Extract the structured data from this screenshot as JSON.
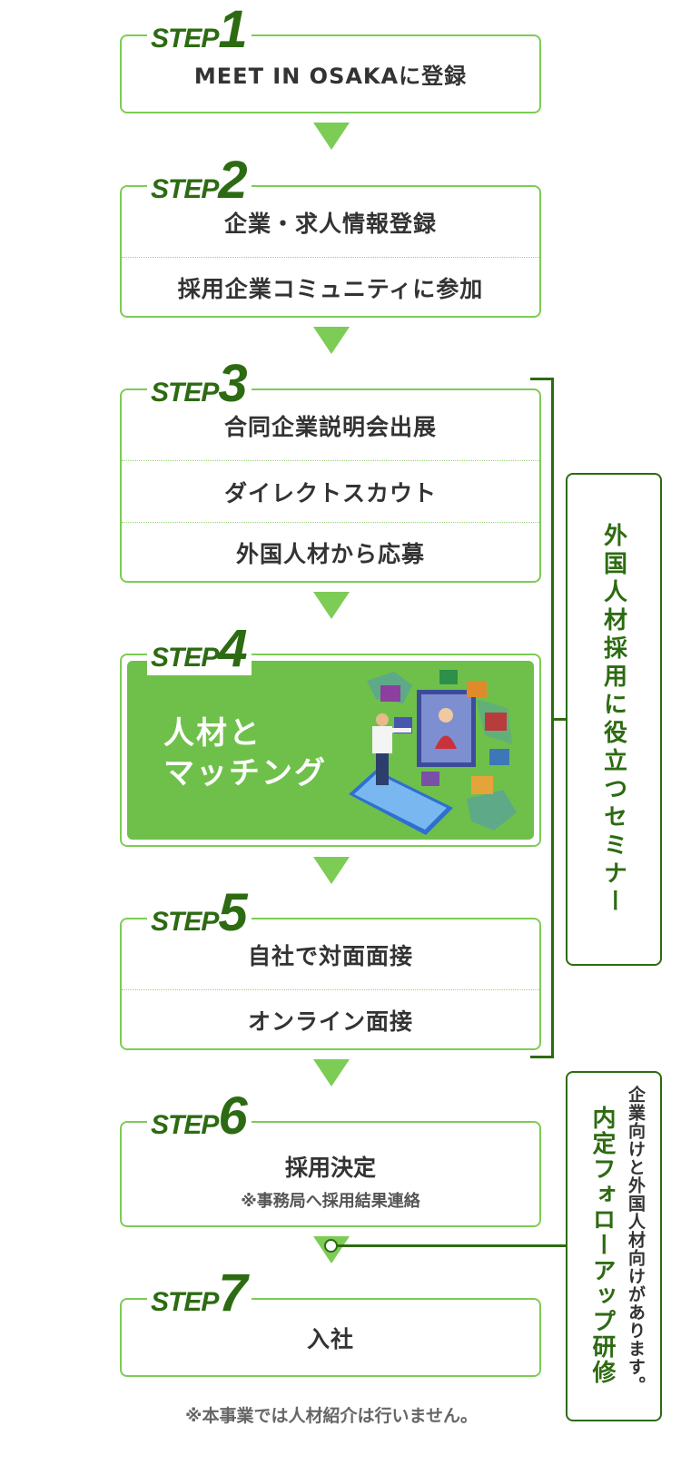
{
  "steps": [
    {
      "label": "STEP",
      "num": "1",
      "items": [
        "MEET IN OSAKAに登録"
      ]
    },
    {
      "label": "STEP",
      "num": "2",
      "items": [
        "企業・求人情報登録",
        "採用企業コミュニティに参加"
      ]
    },
    {
      "label": "STEP",
      "num": "3",
      "items": [
        "合同企業説明会出展",
        "ダイレクトスカウト",
        "外国人材から応募"
      ]
    },
    {
      "label": "STEP",
      "num": "4",
      "title_line1": "人材と",
      "title_line2": "マッチング"
    },
    {
      "label": "STEP",
      "num": "5",
      "items": [
        "自社で対面面接",
        "オンライン面接"
      ]
    },
    {
      "label": "STEP",
      "num": "6",
      "items": [
        "採用決定"
      ],
      "note": "※事務局へ採用結果連絡"
    },
    {
      "label": "STEP",
      "num": "7",
      "items": [
        "入社"
      ]
    }
  ],
  "side": {
    "seminar": "外国人材採用に役立つセミナー",
    "follow_title": "内定フォローアップ研修",
    "follow_note": "企業向けと外国人材向けがあります。"
  },
  "footer_note": "※本事業では人材紹介は行いません。",
  "colors": {
    "accent": "#7ccc55",
    "dark_green": "#2d6b12",
    "panel_green": "#6fc04b"
  }
}
